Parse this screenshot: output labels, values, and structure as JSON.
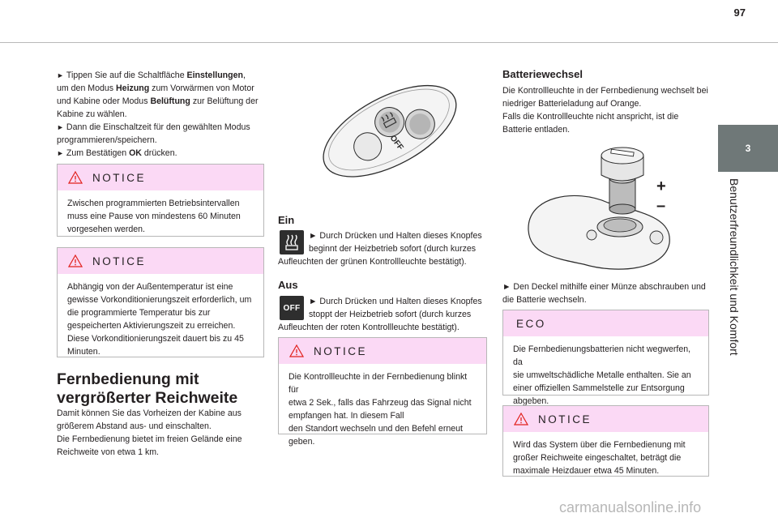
{
  "page": {
    "number": "97",
    "chapter_number": "3",
    "chapter_title": "Benutzerfreundlichkeit und Komfort"
  },
  "left": {
    "intro": [
      {
        "arrow": "►",
        "parts": [
          {
            "t": "Tippen Sie auf die Schaltfläche "
          },
          {
            "t": "Einstellungen",
            "b": true
          },
          {
            "t": ","
          }
        ]
      },
      {
        "parts": [
          {
            "t": "um den Modus "
          },
          {
            "t": "Heizung",
            "b": true
          },
          {
            "t": " zum Vorwärmen von Motor"
          }
        ]
      },
      {
        "parts": [
          {
            "t": "und Kabine oder Modus "
          },
          {
            "t": "Belüftung",
            "b": true
          },
          {
            "t": " zur Belüftung der"
          }
        ]
      },
      {
        "parts": [
          {
            "t": "Kabine zu wählen."
          }
        ]
      },
      {
        "arrow": "►",
        "parts": [
          {
            "t": "Dann die Einschaltzeit für den gewählten Modus"
          }
        ]
      },
      {
        "parts": [
          {
            "t": "programmieren/speichern."
          }
        ]
      },
      {
        "arrow": "►",
        "parts": [
          {
            "t": "Zum Bestätigen "
          },
          {
            "t": "OK",
            "b": true
          },
          {
            "t": " drücken."
          }
        ]
      }
    ],
    "notice1": {
      "title": "NOTICE",
      "lines": [
        "Zwischen programmierten Betriebsintervallen",
        "muss eine Pause von mindestens 60 Minuten",
        "vorgesehen werden."
      ]
    },
    "notice2": {
      "title": "NOTICE",
      "lines": [
        "Abhängig von der Außentemperatur ist eine",
        "gewisse Vorkonditionierungszeit erforderlich, um",
        "die programmierte Temperatur bis zur",
        "gespeicherten Aktivierungszeit zu erreichen.",
        "Diese Vorkonditionierungszeit dauert bis zu 45",
        "Minuten."
      ]
    },
    "heading": [
      "Fernbedienung mit",
      "vergrößerter Reichweite"
    ],
    "body": [
      "Damit können Sie das Vorheizen der Kabine aus",
      "größerem Abstand aus- und einschalten.",
      "Die Fernbedienung bietet im freien Gelände eine",
      "Reichweite von etwa 1 km."
    ]
  },
  "middle": {
    "ein": {
      "title": "Ein",
      "lines": [
        "► Durch Drücken und Halten dieses Knopfes",
        "beginnt der Heizbetrieb sofort (durch kurzes",
        "Aufleuchten der grünen Kontrollleuchte bestätigt)."
      ]
    },
    "aus": {
      "title": "Aus",
      "icon_label": "OFF",
      "lines": [
        "► Durch Drücken und Halten dieses Knopfes",
        "stoppt der Heizbetrieb sofort (durch kurzes",
        "Aufleuchten der roten Kontrollleuchte bestätigt)."
      ]
    },
    "remote_off_label": "OFF",
    "notice": {
      "title": "NOTICE",
      "lines": [
        "Die Kontrollleuchte in der Fernbedienung blinkt für",
        "etwa 2 Sek., falls das Fahrzeug das Signal nicht",
        "empfangen hat. In diesem Fall",
        "den Standort wechseln und den Befehl erneut",
        "geben."
      ]
    }
  },
  "right": {
    "heading": "Batteriewechsel",
    "intro": [
      "Die Kontrollleuchte in der Fernbedienung wechselt bei",
      "niedriger Batterieladung auf Orange.",
      "Falls die Kontrollleuchte nicht anspricht, ist die",
      "Batterie entladen."
    ],
    "plus": "+",
    "minus": "–",
    "step": [
      "► Den Deckel mithilfe einer Münze abschrauben und",
      "die Batterie wechseln."
    ],
    "eco": {
      "title": "ECO",
      "lines": [
        "Die Fernbedienungsbatterien nicht wegwerfen, da",
        "sie umweltschädliche Metalle enthalten. Sie an",
        "einer offiziellen Sammelstelle zur Entsorgung",
        "abgeben."
      ]
    },
    "notice": {
      "title": "NOTICE",
      "lines": [
        "Wird das System über die Fernbedienung mit",
        "großer Reichweite eingeschaltet, beträgt die",
        "maximale Heizdauer etwa 45 Minuten."
      ]
    }
  },
  "watermark": "carmanualsonline.info",
  "colors": {
    "notice_header": "#fbd9f5",
    "chapter_tab": "#6f7878",
    "border": "#b7b7b7"
  }
}
